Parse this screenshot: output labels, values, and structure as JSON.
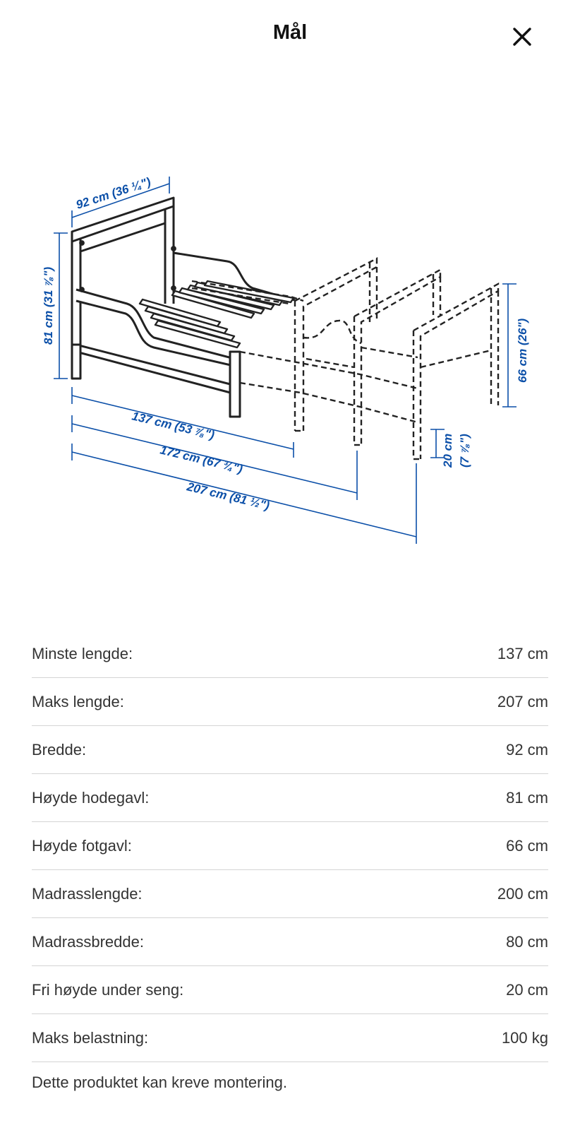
{
  "header": {
    "title": "Mål",
    "close_icon": "close-icon"
  },
  "diagram": {
    "icon": "bed-dimension-drawing",
    "labels": {
      "width": "92 cm (36 ¼\")",
      "headboard_height": "81 cm (31 ⅞\")",
      "footboard_height": "66 cm (26\")",
      "length_min": "137 cm (53 ⅞\")",
      "length_mid": "172 cm (67 ¾\")",
      "length_max": "207 cm (81 ½\")",
      "clearance_cm": "20 cm",
      "clearance_in": "(7 ⅞\")"
    },
    "colors": {
      "dimension": "#0b4fa8",
      "line": "#222222"
    }
  },
  "specs": [
    {
      "label": "Minste lengde:",
      "value": "137 cm"
    },
    {
      "label": "Maks lengde:",
      "value": "207 cm"
    },
    {
      "label": "Bredde:",
      "value": "92 cm"
    },
    {
      "label": "Høyde hodegavl:",
      "value": "81 cm"
    },
    {
      "label": "Høyde fotgavl:",
      "value": "66 cm"
    },
    {
      "label": "Madrasslengde:",
      "value": "200 cm"
    },
    {
      "label": "Madrassbredde:",
      "value": "80 cm"
    },
    {
      "label": "Fri høyde under seng:",
      "value": "20 cm"
    },
    {
      "label": "Maks belastning:",
      "value": "100 kg"
    }
  ],
  "note": "Dette produktet kan kreve montering."
}
